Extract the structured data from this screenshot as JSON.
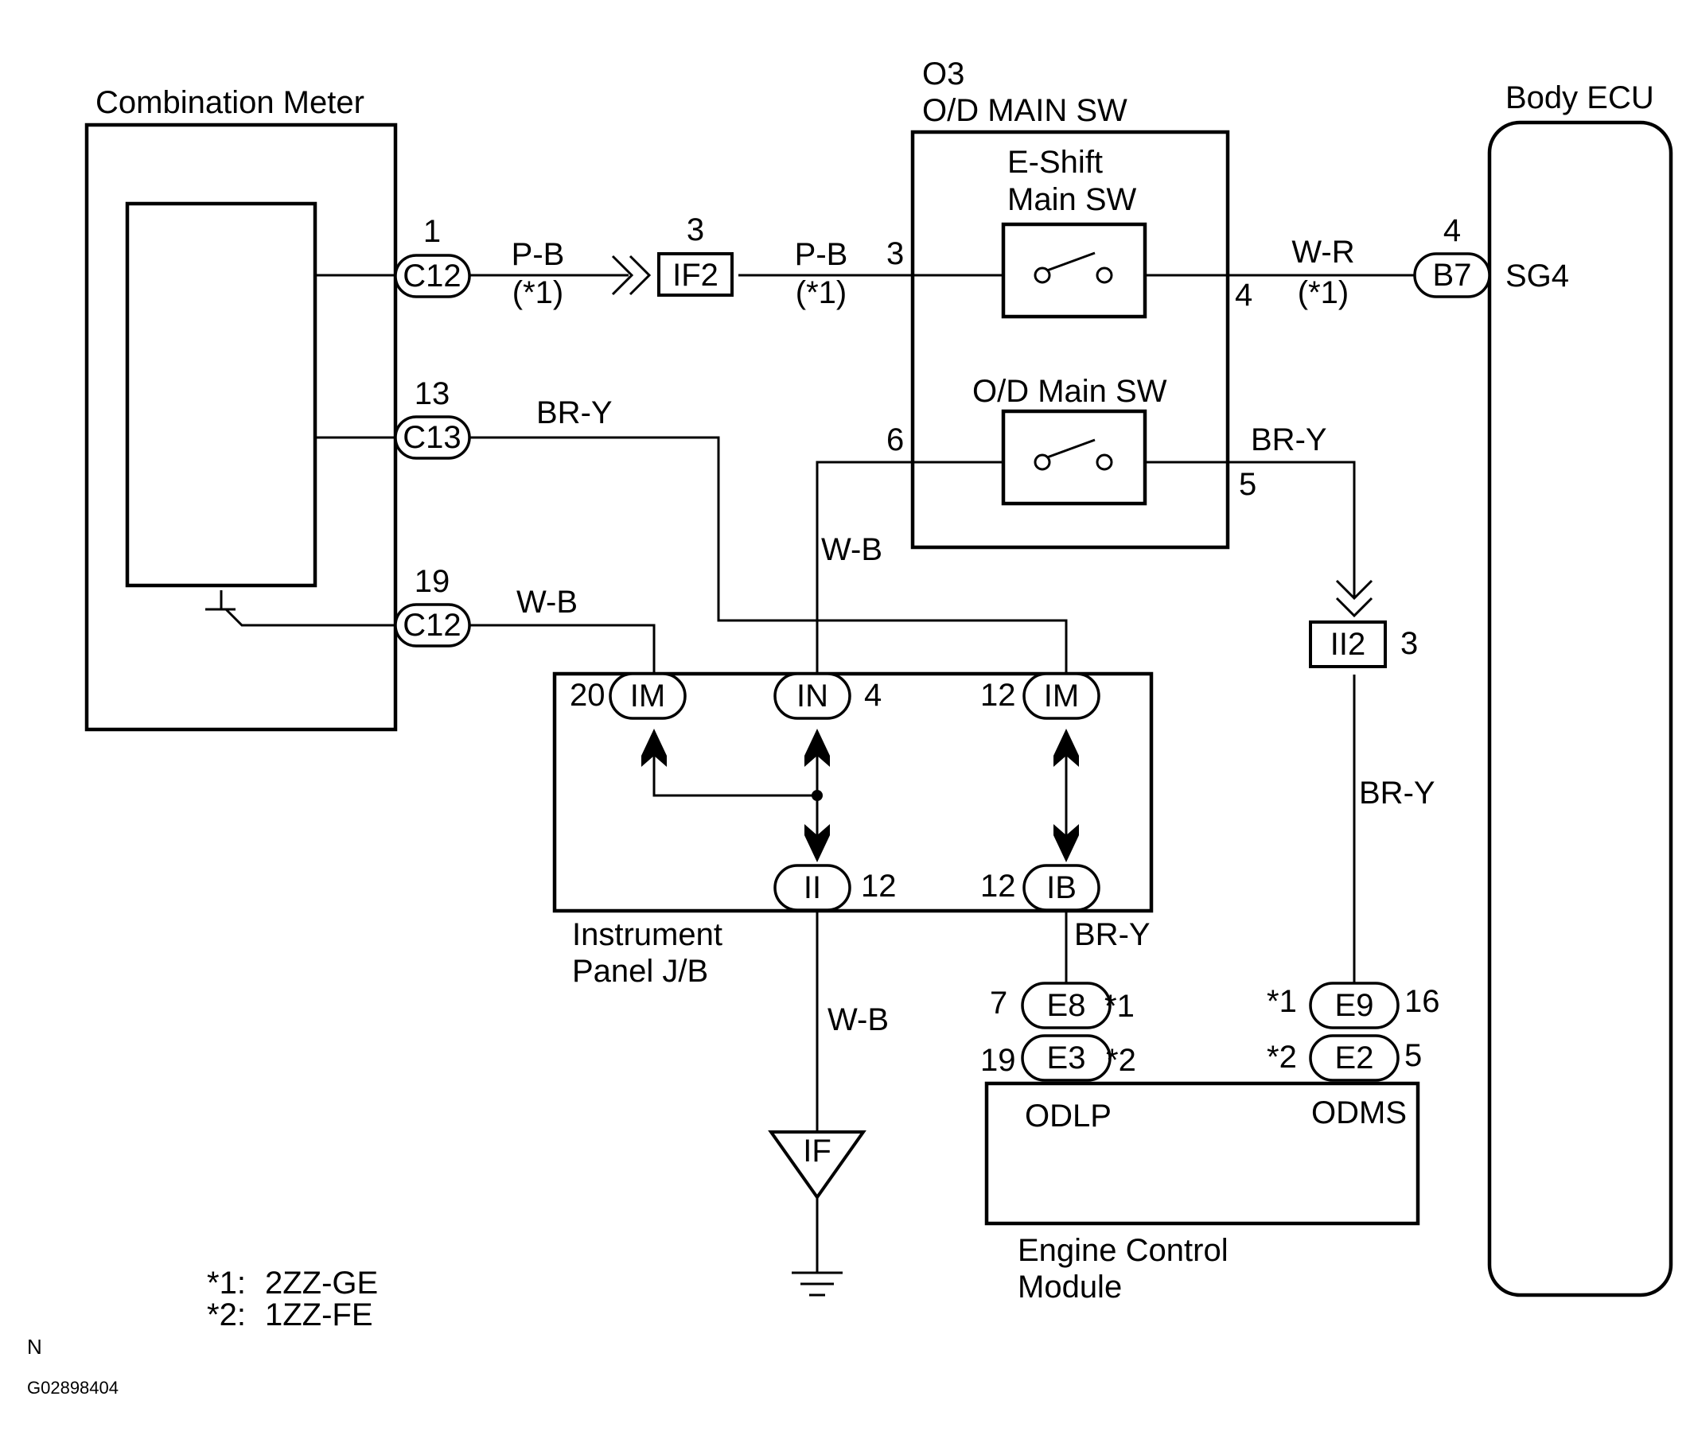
{
  "components": {
    "combination_meter": "Combination Meter",
    "od_main_sw_code": "O3",
    "od_main_sw_title": "O/D MAIN SW",
    "eshift_main_sw_line1": "E-Shift",
    "eshift_main_sw_line2": "Main SW",
    "od_main_sw_inner": "O/D Main SW",
    "body_ecu": "Body ECU",
    "instrument_panel_jb_line1": "Instrument",
    "instrument_panel_jb_line2": "Panel J/B",
    "ecm_line1": "Engine Control",
    "ecm_line2": "Module"
  },
  "connectors": {
    "c12_top": "C12",
    "c13": "C13",
    "c12_bottom": "C12",
    "if2": "IF2",
    "b7": "B7",
    "ii2": "II2",
    "im_left": "IM",
    "in": "IN",
    "im_right": "IM",
    "ii": "II",
    "ib": "IB",
    "e8": "E8",
    "e3": "E3",
    "e9": "E9",
    "e2": "E2",
    "if_ground": "IF"
  },
  "pins": {
    "c12_top": "1",
    "c13": "13",
    "c12_bottom": "19",
    "if2": "3",
    "od_sw_in": "3",
    "od_sw_out": "4",
    "b7": "4",
    "od_main_in": "6",
    "od_main_out": "5",
    "ii2": "3",
    "im_left": "20",
    "in": "4",
    "im_right": "12",
    "ii": "12",
    "ib": "12",
    "e8": "7",
    "e3": "19",
    "e9": "16",
    "e2": "5"
  },
  "wires": {
    "pb_1": "P-B",
    "pb_1_note": "(*1)",
    "pb_2": "P-B",
    "pb_2_note": "(*1)",
    "wr": "W-R",
    "wr_note": "(*1)",
    "bry_c13": "BR-Y",
    "bry_od": "BR-Y",
    "bry_ii2": "BR-Y",
    "bry_ib": "BR-Y",
    "wb_c12": "W-B",
    "wb_in": "W-B",
    "wb_ground": "W-B"
  },
  "terminals": {
    "sg4": "SG4",
    "odlp": "ODLP",
    "odms": "ODMS"
  },
  "marks": {
    "e8": "*1",
    "e3": "*2",
    "e9": "*1",
    "e2": "*2"
  },
  "notes": {
    "line1_key": "*1:",
    "line1_val": "2ZZ-GE",
    "line2_key": "*2:",
    "line2_val": "1ZZ-FE",
    "corner_n": "N",
    "figure_code": "G02898404"
  }
}
